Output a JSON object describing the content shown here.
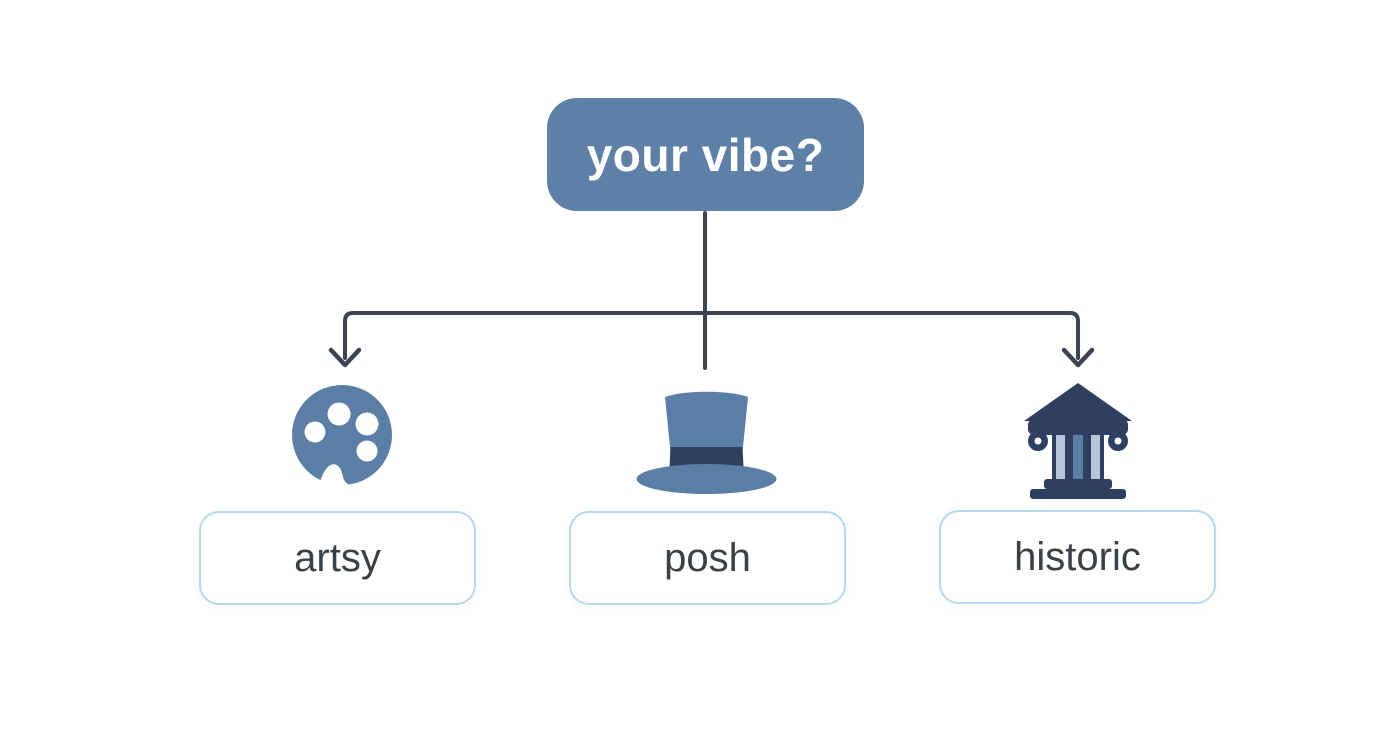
{
  "diagram": {
    "root": {
      "label": "your vibe?"
    },
    "branches": [
      {
        "id": "artsy",
        "label": "artsy",
        "icon": "palette-icon"
      },
      {
        "id": "posh",
        "label": "posh",
        "icon": "top-hat-icon"
      },
      {
        "id": "historic",
        "label": "historic",
        "icon": "bank-building-icon"
      }
    ],
    "colors": {
      "background": "#ffffff",
      "root_bg": "#5f80a6",
      "root_text": "#ffffff",
      "connector": "#3d4353",
      "option_border": "#b8d9ec",
      "option_text": "#3a4047",
      "icon_steel_blue": "#5b7ea6",
      "icon_dark_navy": "#2e3f5f",
      "icon_light_blue": "#b7c6d9"
    }
  }
}
